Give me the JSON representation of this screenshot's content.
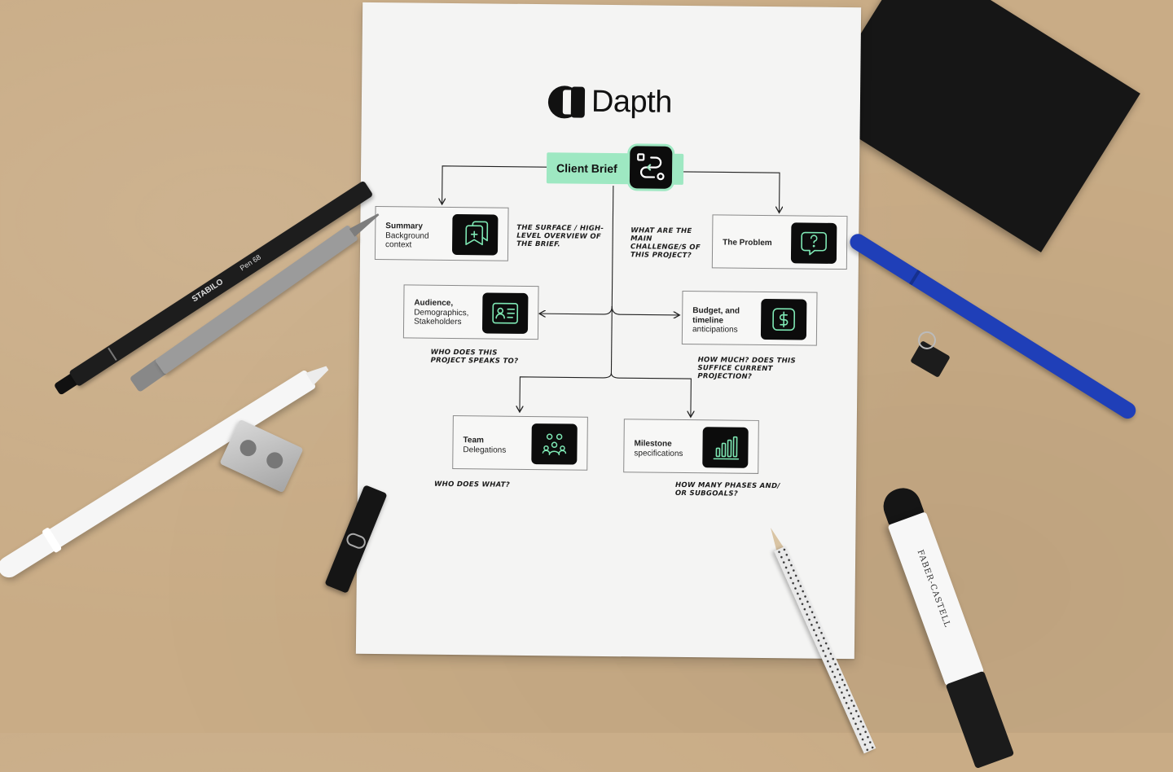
{
  "brand": {
    "name": "Dapth"
  },
  "diagram": {
    "root": {
      "label": "Client Brief",
      "icon": "route-icon"
    },
    "nodes": [
      {
        "id": "summary",
        "title": "Summary",
        "subtitle": "Background context",
        "icon": "add-bookmark-icon",
        "note": "The surface / high-level overview of the Brief."
      },
      {
        "id": "problem",
        "title": "The Problem",
        "subtitle": "",
        "icon": "question-chat-icon",
        "note": "What are the main challenge/s of this Project?"
      },
      {
        "id": "audience",
        "title": "Audience,",
        "subtitle": "Demographics, Stakeholders",
        "icon": "id-card-icon",
        "note": "Who does this Project speaks to?"
      },
      {
        "id": "budget",
        "title": "Budget, and timeline",
        "subtitle": "anticipations",
        "icon": "dollar-icon",
        "note": "How much? Does this suffice current projection?"
      },
      {
        "id": "team",
        "title": "Team",
        "subtitle": "Delegations",
        "icon": "team-icon",
        "note": "Who does what?"
      },
      {
        "id": "milestone",
        "title": "Milestone",
        "subtitle": "specifications",
        "icon": "bar-chart-icon",
        "note": "How many phases and/ or subgoals?"
      }
    ]
  },
  "props": {
    "pen_brand": "STABILO",
    "pen_model": "Pen 68",
    "marker_brand": "FABER-CASTELL"
  },
  "colors": {
    "accent": "#9ee8c2",
    "icon_bg": "#0c0c0c",
    "icon_stroke": "#7ee8b4",
    "desk": "#c9ac86"
  }
}
